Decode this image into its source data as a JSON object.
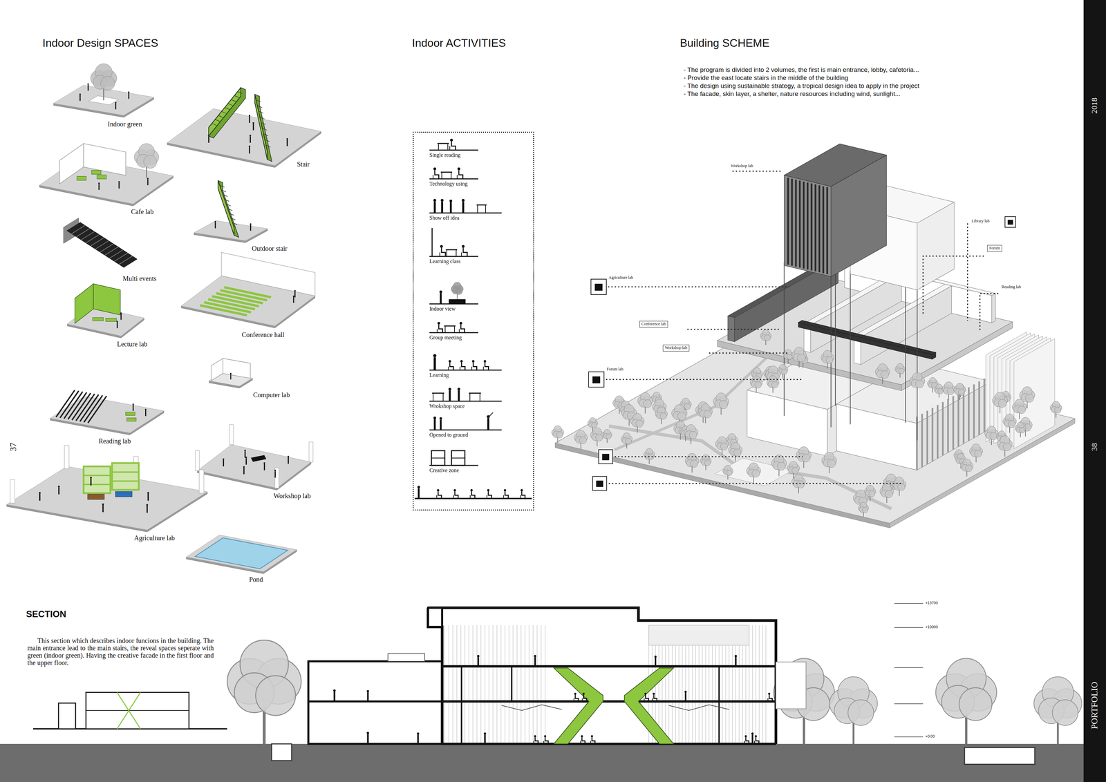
{
  "diagram": {
    "nodes": [
      {
        "text": [
          "Single reading",
          "Technology using",
          "Show off idea",
          "Learning class",
          "Indoor view",
          "Group meeting",
          "Learning",
          "Wrokshop space",
          "Opened to ground",
          "Creative zone"
        ]
      }
    ],
    "labels": [
      "Indoor Design SPACES",
      "Indoor green",
      "Stair",
      "Cafe lab",
      "Outdoor stair",
      "Multi events",
      "Conference hall",
      "Lecture lab",
      "Computer lab",
      "Reading lab",
      "Workshop lab",
      "Agriculture lab",
      "Pond",
      "Indoor ACTIVITIES",
      "Building SCHEME",
      "- The program is divided into 2 volumes, the first is main entrance, lobby, cafetoria...",
      "- Provide the east locate stairs in the middle of the building",
      "- The design using sustainable strategy, a tropical design idea to apply in the project",
      "- The facade, skin layer, a shelter, nature resources including wind, sunlight...",
      "Workshop lab",
      "Library lab",
      "Forum",
      "Agriculture lab",
      "Reading lab",
      "Conference lab",
      "Workshop lab",
      "Forum lab",
      "SECTION",
      "This section which describes indoor funcions in the building. The main entrance lead to the main stairs, the reveal spaces seperate with green (indoor green). Having the creative facade in the first floor and the upper floor.",
      "+13700",
      "+10000",
      "+0.00",
      "2018",
      "38",
      "PORTFOLIO",
      "37"
    ]
  }
}
